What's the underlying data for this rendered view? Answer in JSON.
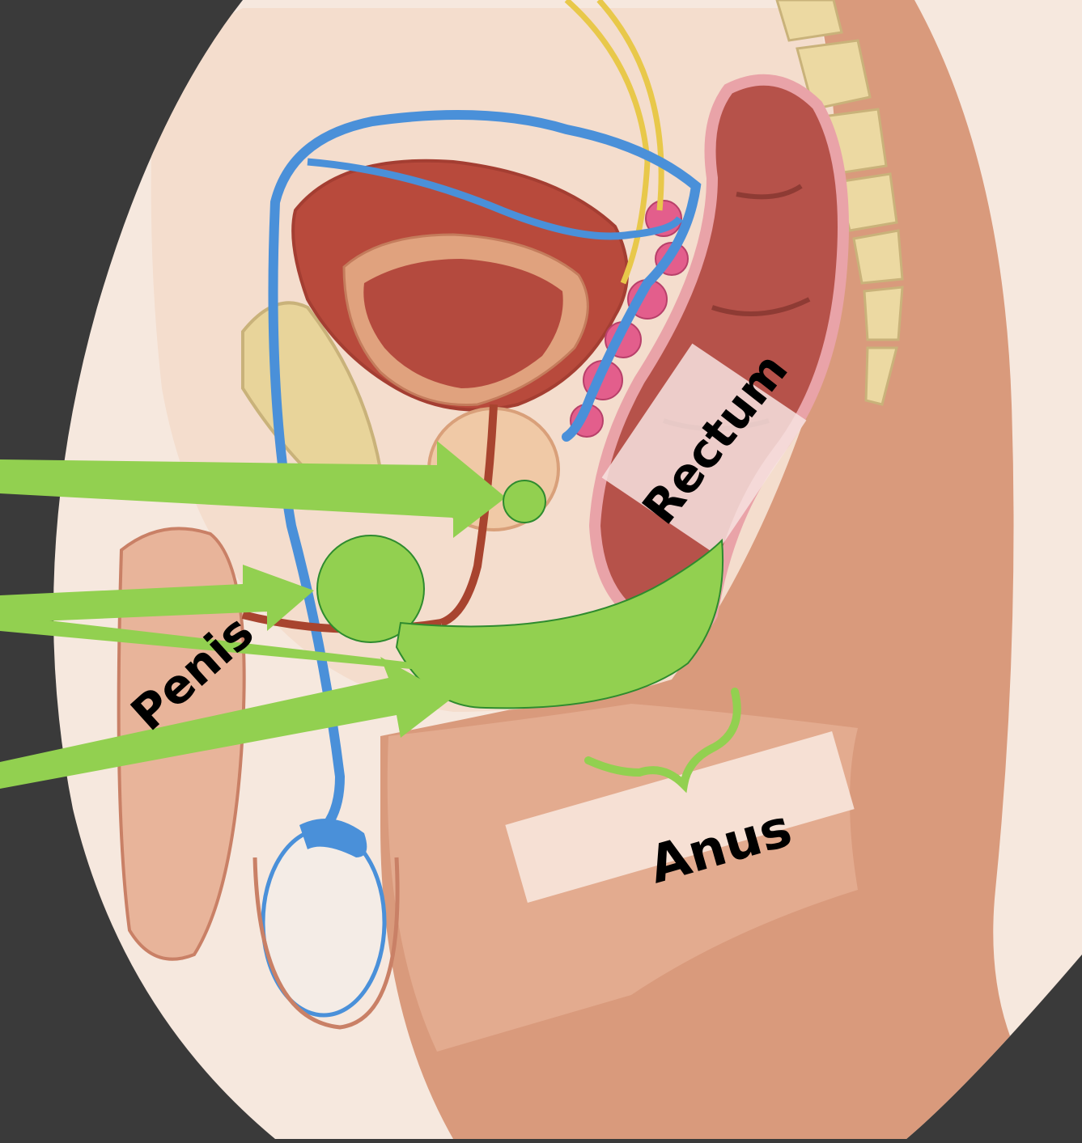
{
  "labels": {
    "rectum": "Rectum",
    "penis": "Penis",
    "anus": "Anus"
  },
  "colors": {
    "background": "#3a3a3a",
    "arrow_green": "#92d050",
    "arrow_outline": "#2e8b2e",
    "skin": "#d99a7c",
    "skin_light": "#f4ddcd",
    "bladder": "#b84a3c",
    "rectum": "#b6524a",
    "vein_blue": "#4a90d9",
    "nerve_yellow": "#e8c84a",
    "bone": "#e8d49a",
    "gland_pink": "#d9508a"
  }
}
